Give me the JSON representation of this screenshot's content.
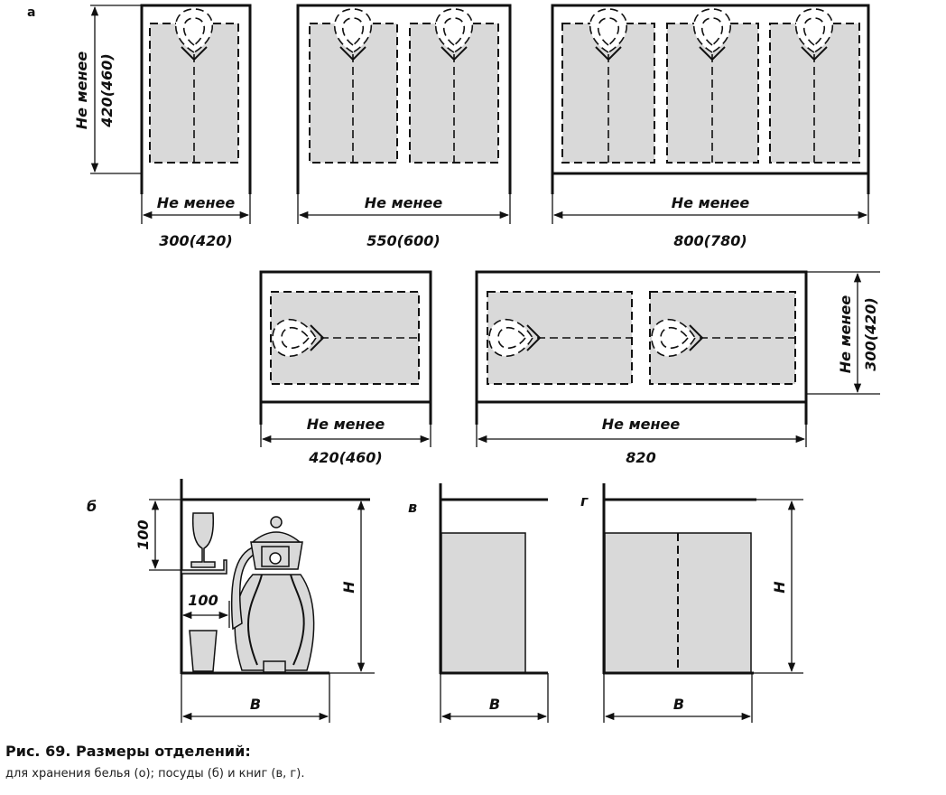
{
  "panel_labels": {
    "a": "а",
    "b": "б",
    "v": "в",
    "g": "г"
  },
  "linen": {
    "min_label": "Не менее",
    "height_value": "420(460)",
    "widths": [
      "300(420)",
      "550(600)",
      "800(780)"
    ],
    "lying_widths": [
      "420(460)",
      "820"
    ],
    "lying_height": "300(420)"
  },
  "dishes": {
    "shelf_gap": "100",
    "depth": "100",
    "height": "H",
    "width": "B"
  },
  "books": {
    "height": "H",
    "width": "B"
  },
  "caption": {
    "title": "Рис. 69. Размеры отделений:",
    "subtitle": "для хранения белья (о); посуды (б) и книг (в, г)."
  }
}
